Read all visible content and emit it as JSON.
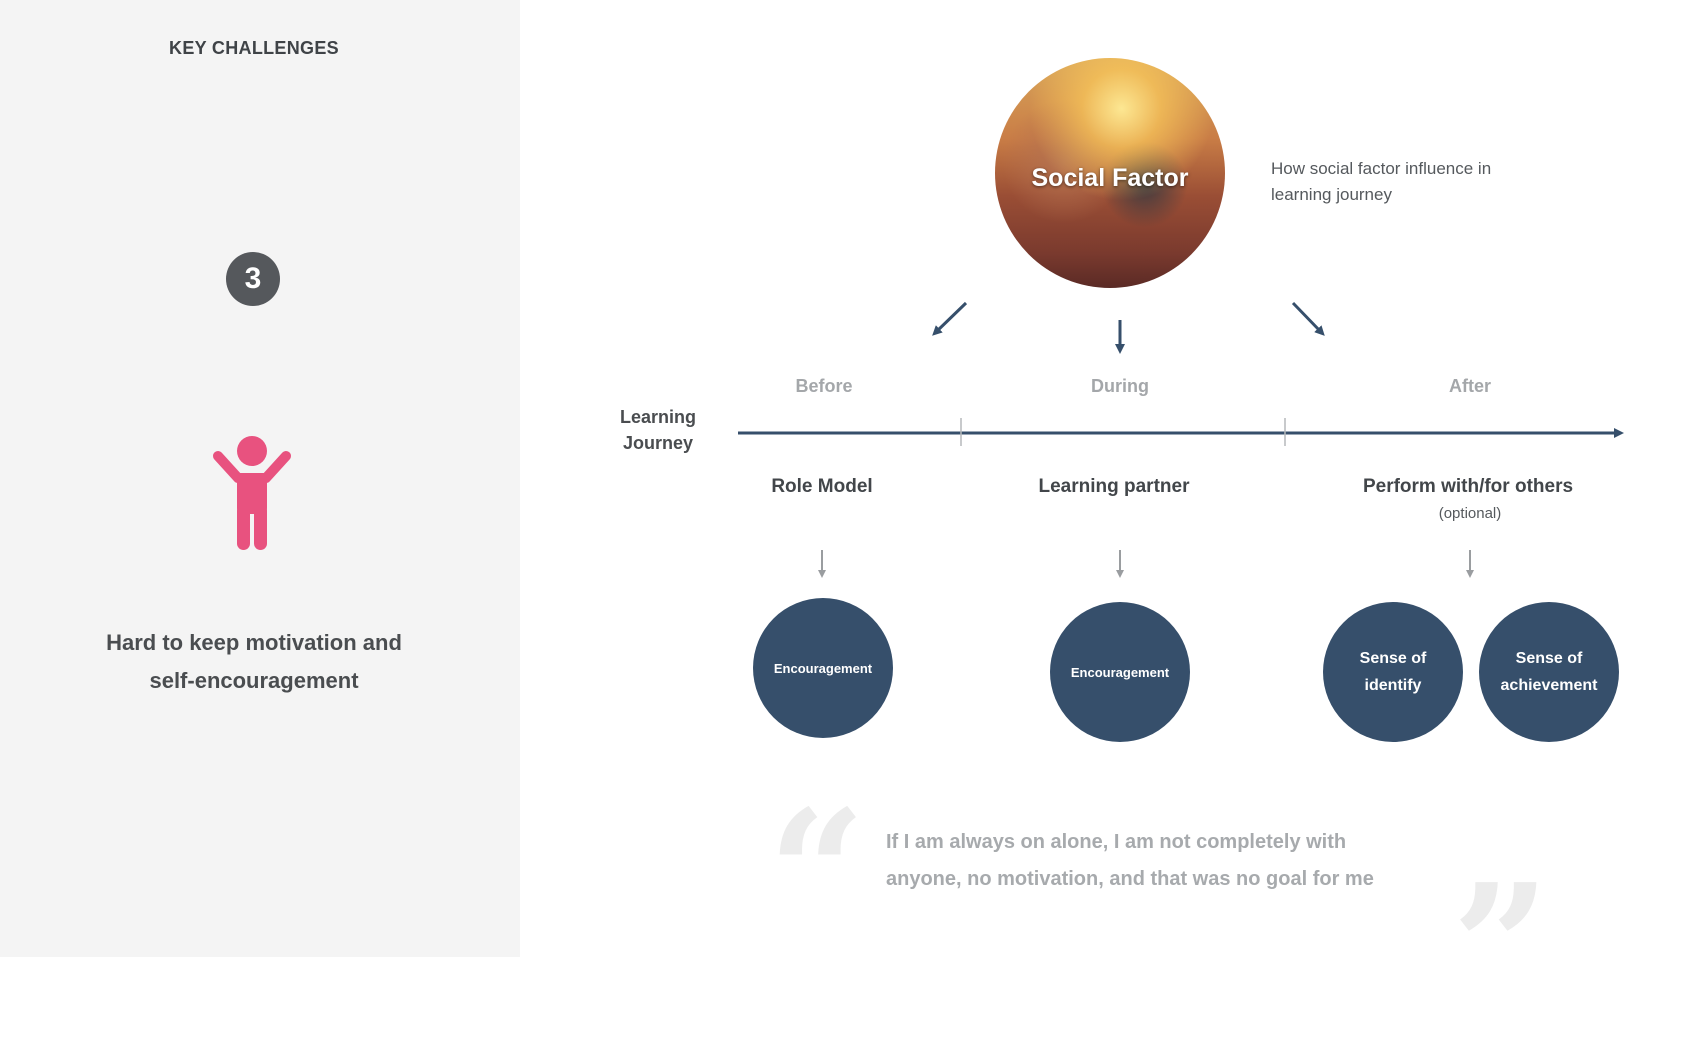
{
  "left_panel": {
    "heading": "KEY CHALLENGES",
    "number": "3",
    "icon": "person-arms-raised-icon",
    "challenge_line1": "Hard to keep motivation and",
    "challenge_line2": "self-encouragement",
    "icon_color": "#e8527f"
  },
  "social": {
    "label": "Social Factor",
    "desc_line1": "How social factor influence in",
    "desc_line2": "learning journey"
  },
  "journey": {
    "label_line1": "Learning",
    "label_line2": "Journey",
    "phases": [
      "Before",
      "During",
      "After"
    ],
    "factors": [
      "Role Model",
      "Learning partner",
      "Perform with/for others"
    ],
    "optional_note": "(optional)"
  },
  "outcomes": [
    {
      "line1": "Encouragement",
      "line2": ""
    },
    {
      "line1": "Encouragement",
      "line2": ""
    },
    {
      "line1": "Sense of",
      "line2": "identify"
    },
    {
      "line1": "Sense of",
      "line2": "achievement"
    }
  ],
  "quote": {
    "line1": "If I am always on alone, I am not completely with",
    "line2": "anyone, no motivation, and that was no goal for me"
  },
  "colors": {
    "accent_dark": "#364f6b",
    "badge": "#55585c",
    "panel_bg": "#f4f4f4"
  }
}
